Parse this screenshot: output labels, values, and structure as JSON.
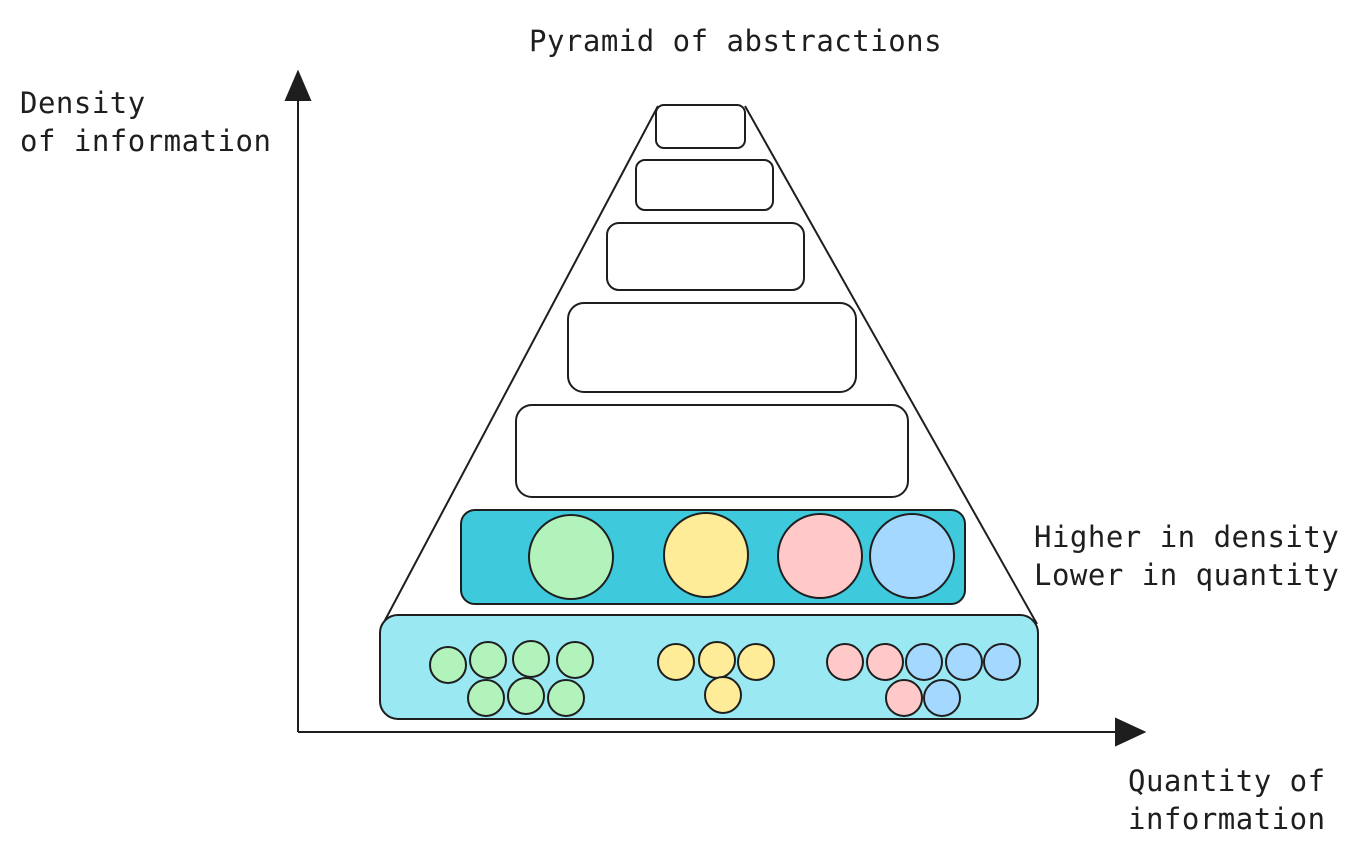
{
  "title": "Pyramid of abstractions",
  "y_axis_label": [
    "Density",
    "of information"
  ],
  "x_axis_label": [
    "Quantity of",
    "information"
  ],
  "side_note": [
    "Higher in density",
    "Lower in quantity"
  ],
  "colors": {
    "stroke": "#1e1e1e",
    "layer_dense_fill": "#3ec9dc",
    "layer_base_fill": "#99e8f2",
    "green": "#b2f2bb",
    "yellow": "#ffec99",
    "pink": "#ffc9c9",
    "blue": "#a5d8ff"
  }
}
